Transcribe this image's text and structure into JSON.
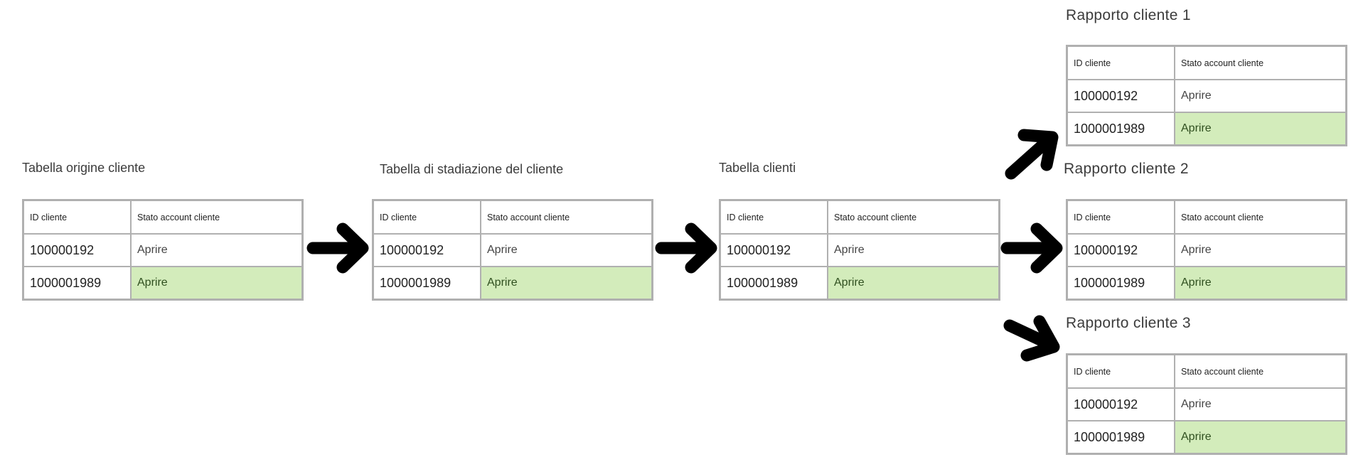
{
  "tables": [
    {
      "title": "Tabella origine cliente",
      "headers": [
        "ID cliente",
        "Stato account cliente"
      ],
      "rows": [
        [
          "100000192",
          "Aprire"
        ],
        [
          "1000001989",
          "Aprire"
        ]
      ]
    },
    {
      "title": "Tabella di stadiazione del cliente",
      "headers": [
        "ID cliente",
        "Stato account cliente"
      ],
      "rows": [
        [
          "100000192",
          "Aprire"
        ],
        [
          "1000001989",
          "Aprire"
        ]
      ]
    },
    {
      "title": "Tabella clienti",
      "headers": [
        "ID cliente",
        "Stato account cliente"
      ],
      "rows": [
        [
          "100000192",
          "Aprire"
        ],
        [
          "1000001989",
          "Aprire"
        ]
      ]
    },
    {
      "title": "Rapporto cliente 1",
      "headers": [
        "ID cliente",
        "Stato account cliente"
      ],
      "rows": [
        [
          "100000192",
          "Aprire"
        ],
        [
          "1000001989",
          "Aprire"
        ]
      ]
    },
    {
      "title": "Rapporto cliente 2",
      "headers": [
        "ID cliente",
        "Stato account cliente"
      ],
      "rows": [
        [
          "100000192",
          "Aprire"
        ],
        [
          "1000001989",
          "Aprire"
        ]
      ]
    },
    {
      "title": "Rapporto cliente 3",
      "headers": [
        "ID cliente",
        "Stato account cliente"
      ],
      "rows": [
        [
          "100000192",
          "Aprire"
        ],
        [
          "1000001989",
          "Aprire"
        ]
      ]
    }
  ],
  "colors": {
    "highlight": "#d3ecbb",
    "border": "#b0b0b0",
    "arrow": "#000000"
  }
}
